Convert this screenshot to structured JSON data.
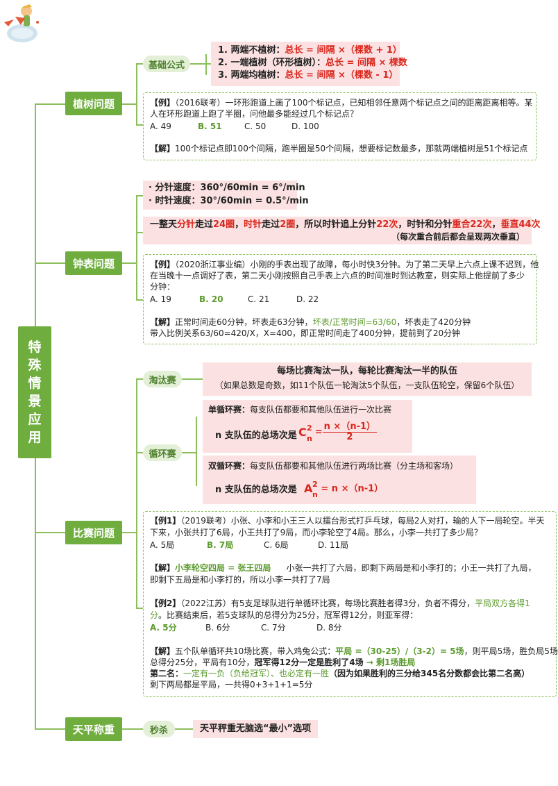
{
  "root": {
    "title_chars": [
      "特",
      "殊",
      "情",
      "景",
      "应",
      "用"
    ]
  },
  "planting": {
    "label": "植树问题",
    "formula_pill": "基础公式",
    "formulas": [
      {
        "prefix": "1. 两端不植树：",
        "formula": "总长 = 间隔 ×（棵数 + 1）"
      },
      {
        "prefix": "2. 一端植树（环形植树）：",
        "formula": "总长 = 间隔 × 棵数"
      },
      {
        "prefix": "3. 两端均植树：",
        "formula": "总长 = 间隔 ×（棵数 - 1）"
      }
    ],
    "example": {
      "tag": "【例】",
      "line1": "（2016联考）一环形跑道上画了100个标记点，已知相邻任意两个标记点之间的距离距离相等。某",
      "line2": "人在环形跑道上跑了半圈，问他最多能经过几个标记点？",
      "options": [
        "A. 49",
        "B. 51",
        "C. 50",
        "D. 100"
      ],
      "sol_tag": "【解】",
      "solution": "100个标记点即100个间隔，跑半圈是50个间隔，想要标记数最多，那就两端植树是51个标记点"
    }
  },
  "clock": {
    "label": "钟表问题",
    "speeds": [
      "· 分针速度：360°/60min = 6°/min",
      "· 时针速度：30°/60min = 0.5°/min"
    ],
    "daily": {
      "p1": "一整天",
      "p2": "分针",
      "p3": "走过",
      "p4": "24圈",
      "p5": "，",
      "p6": "时针",
      "p7": "走过",
      "p8": "2圈",
      "p9": "，所以时针追上分针",
      "p10": "22次",
      "p11": "，时针和分针",
      "p12": "重合22次",
      "p13": "，",
      "p14": "垂直44次",
      "note": "（每次重合前后都会呈现两次垂直）"
    },
    "example": {
      "tag": "【例】",
      "line1": "（2020浙江事业编）小刚的手表出现了故障，每小时快3分钟。为了第二天早上六点上课不迟到，他",
      "line2": "在当晚十一点调好了表，第二天小刚按照自己手表上六点的时间准时到达教室，则实际上他提前了多少",
      "line3": "分钟：",
      "options": [
        "A. 19",
        "B. 20",
        "C. 21",
        "D. 22"
      ],
      "sol_tag": "【解】",
      "sol1a": "正常时间走60分钟，坏表走63分钟，",
      "sol1b": "坏表/正常时间=63/60",
      "sol1c": "，坏表走了420分钟",
      "sol2": "带入比例关系63/60=420/X，X=400，即正常时间走了400分钟，提前到了20分钟"
    }
  },
  "match": {
    "label": "比赛问题",
    "knockout": {
      "pill": "淘汰赛",
      "title": "每场比赛淘汰一队，每轮比赛淘汰一半的队伍",
      "note": "（如果总数是奇数，如11个队伍一轮淘汰5个队伍，一支队伍轮空，保留6个队伍）"
    },
    "round_robin": {
      "pill": "循环赛",
      "single_tag": "单循环赛：",
      "single_text": "每支队伍都要和其他队伍进行一次比赛",
      "single_formula_label": "n 支队伍的总场次是",
      "single_C": "C",
      "single_sup": "2",
      "single_sub": "n",
      "single_num": "n ×（n-1）",
      "single_den": "2",
      "double_tag": "双循环赛：",
      "double_text": "每支队伍都要和其他队伍进行两场比赛（分主场和客场）",
      "double_formula_label": "n 支队伍的总场次是",
      "double_A": "A",
      "double_sup": "2",
      "double_sub": "n",
      "double_rhs": "= n ×（n-1）"
    },
    "ex1": {
      "tag": "【例1】",
      "line1": "（2019联考）小张、小李和小王三人以擂台形式打乒乓球，每局2人对打，输的人下一局轮空。半天",
      "line2": "下来，小张共打了6局，小王共打了9局，而小李轮空了4局。那么，小李一共打了多少局？",
      "options": [
        "A. 5局",
        "B. 7局",
        "C. 6局",
        "D. 11局"
      ],
      "sol_tag": "【解】",
      "sol_green": "小李轮空四局 = 张王四局",
      "sol_rest": "小张一共打了六局，即剩下两局是和小李打的；小王一共打了九局，",
      "sol_line2": "即剩下五局是和小李打的，所以小李一共打了7局"
    },
    "ex2": {
      "tag": "【例2】",
      "line1a": "（2022江苏）有5支足球队进行单循环比赛，每场比赛胜者得3分，负者不得分，",
      "line1b": "平局双方各得1",
      "line2a": "分",
      "line2b": "。比赛结束后，若5支球队的总得分为25分，冠军得12分，则亚军得：",
      "options": [
        "A. 5分",
        "B. 6分",
        "C. 7分",
        "D. 8分"
      ],
      "sol_tag": "【解】",
      "sol1a": "五个队单循环共10场比赛，带入鸡兔公式：",
      "sol1b": "平局 =（30-25）/（3-2）= 5场",
      "sol1c": "，则平局5场，胜负局5场",
      "sol2a": "总得分25分，平局有10分，",
      "sol2b": "冠军得12分一定是胜利了4场",
      "sol2c": " → 剩1场胜局",
      "sol3a": "第二名：",
      "sol3b": "一定有一负（负给冠军）、也必定有一胜",
      "sol3c": "（因为如果胜利的三分给345名分数都会比第二名高）",
      "sol4": "剩下两局都是平局，一共得0+3+1+1=5分"
    }
  },
  "balance": {
    "label": "天平称重",
    "pill": "秒杀",
    "tip": "天平秤重无脑选“最小”选项"
  }
}
